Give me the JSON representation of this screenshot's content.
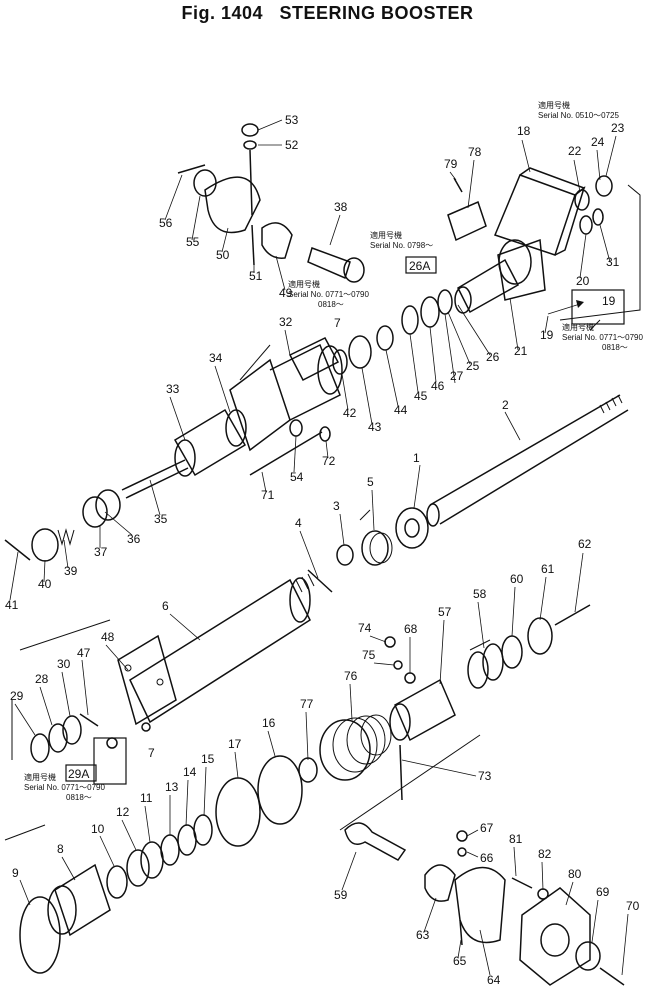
{
  "figure": {
    "fig_label": "Fig. 1404",
    "title": "STEERING BOOSTER"
  },
  "serial_notes": [
    {
      "key": "n1",
      "prefix": "適用号機",
      "text": "Serial No. 0510～0725"
    },
    {
      "key": "n2",
      "prefix": "適用号機",
      "text": "Serial No. 0798～"
    },
    {
      "key": "n3",
      "prefix": "適用号機",
      "text": "Serial No. 0771～0790",
      "text2": "0818～"
    },
    {
      "key": "n4",
      "prefix": "適用号機",
      "text": "Serial No. 0771～0790",
      "text2": "0818～"
    },
    {
      "key": "n5",
      "prefix": "適用号機",
      "text": "Serial No. 0771～0790",
      "text2": "0818～"
    }
  ],
  "callouts": [
    {
      "n": "1"
    },
    {
      "n": "2"
    },
    {
      "n": "3"
    },
    {
      "n": "4"
    },
    {
      "n": "5"
    },
    {
      "n": "6"
    },
    {
      "n": "7"
    },
    {
      "n": "7"
    },
    {
      "n": "8"
    },
    {
      "n": "9"
    },
    {
      "n": "10"
    },
    {
      "n": "11"
    },
    {
      "n": "12"
    },
    {
      "n": "13"
    },
    {
      "n": "14"
    },
    {
      "n": "15"
    },
    {
      "n": "16"
    },
    {
      "n": "17"
    },
    {
      "n": "18"
    },
    {
      "n": "19"
    },
    {
      "n": "19"
    },
    {
      "n": "20"
    },
    {
      "n": "21"
    },
    {
      "n": "22"
    },
    {
      "n": "23"
    },
    {
      "n": "24"
    },
    {
      "n": "25"
    },
    {
      "n": "26"
    },
    {
      "n": "26A"
    },
    {
      "n": "27"
    },
    {
      "n": "28"
    },
    {
      "n": "29"
    },
    {
      "n": "29A"
    },
    {
      "n": "30"
    },
    {
      "n": "31"
    },
    {
      "n": "32"
    },
    {
      "n": "33"
    },
    {
      "n": "34"
    },
    {
      "n": "35"
    },
    {
      "n": "36"
    },
    {
      "n": "37"
    },
    {
      "n": "38"
    },
    {
      "n": "39"
    },
    {
      "n": "40"
    },
    {
      "n": "41"
    },
    {
      "n": "42"
    },
    {
      "n": "43"
    },
    {
      "n": "44"
    },
    {
      "n": "45"
    },
    {
      "n": "46"
    },
    {
      "n": "47"
    },
    {
      "n": "48"
    },
    {
      "n": "49"
    },
    {
      "n": "50"
    },
    {
      "n": "51"
    },
    {
      "n": "52"
    },
    {
      "n": "53"
    },
    {
      "n": "54"
    },
    {
      "n": "55"
    },
    {
      "n": "56"
    },
    {
      "n": "57"
    },
    {
      "n": "58"
    },
    {
      "n": "59"
    },
    {
      "n": "60"
    },
    {
      "n": "61"
    },
    {
      "n": "62"
    },
    {
      "n": "63"
    },
    {
      "n": "64"
    },
    {
      "n": "65"
    },
    {
      "n": "66"
    },
    {
      "n": "67"
    },
    {
      "n": "68"
    },
    {
      "n": "69"
    },
    {
      "n": "70"
    },
    {
      "n": "71"
    },
    {
      "n": "72"
    },
    {
      "n": "73"
    },
    {
      "n": "74"
    },
    {
      "n": "75"
    },
    {
      "n": "76"
    },
    {
      "n": "77"
    },
    {
      "n": "78"
    },
    {
      "n": "79"
    },
    {
      "n": "80"
    },
    {
      "n": "81"
    },
    {
      "n": "82"
    }
  ]
}
